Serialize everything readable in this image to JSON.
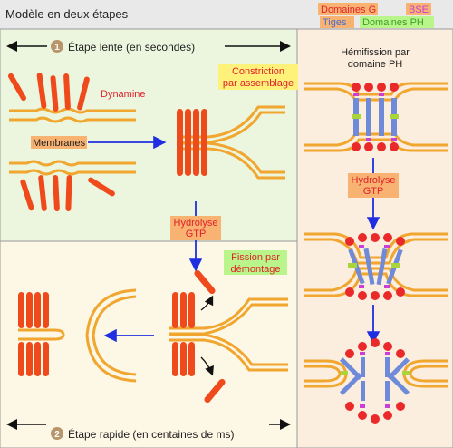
{
  "header": {
    "title": "Modèle en deux étapes",
    "legend": {
      "g_domains": "Domaines G",
      "bse": "BSE",
      "stalks": "Tiges",
      "ph_domains": "Domaines PH"
    }
  },
  "slow_step": {
    "number": "1",
    "label": "Étape lente (en secondes)",
    "dynamin": "Dynamine",
    "membranes": "Membranes",
    "constriction_line1": "Constriction",
    "constriction_line2": "par assemblage",
    "hydrolysis_line1": "Hydrolyse",
    "hydrolysis_line2": "GTP"
  },
  "fast_step": {
    "number": "2",
    "label": "Étape rapide (en centaines de ms)",
    "fission_line1": "Fission par",
    "fission_line2": "démontage"
  },
  "right_panel": {
    "hemifission_line1": "Hémifission par",
    "hemifission_line2": "domaine PH",
    "hydrolysis_line1": "Hydrolyse",
    "hydrolysis_line2": "GTP"
  },
  "colors": {
    "header_bg": "#e9e9e9",
    "slow_bg": "#ecf6df",
    "fast_bg": "#fdf7e5",
    "right_bg": "#fbeede",
    "membrane": "#f0a62f",
    "dynamin_rod": "#ef4a1c",
    "arrow_blue": "#1f2fe0",
    "yellow_highlight": "#fff27a",
    "orange_highlight": "#f8b271",
    "green_highlight": "#b9f58a",
    "pink_label": "#ff5a8c",
    "g_domain": "#ea2a2a",
    "bse": "#cc3fd6",
    "stalk": "#6f8ad8",
    "ph_domain": "#a9d43a"
  }
}
